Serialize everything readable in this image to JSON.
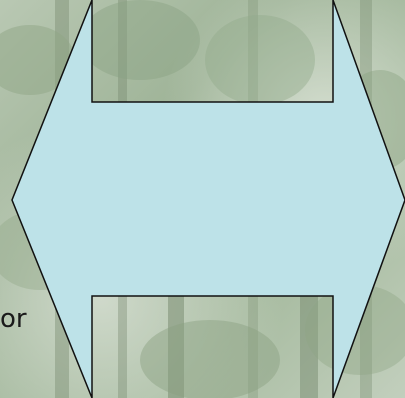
{
  "slide": {
    "left_text_fragment": "or"
  },
  "background": {
    "description_icon": "forest-photo",
    "colors": [
      "#7f9a7a",
      "#a9bca3",
      "#c7d3c2",
      "#6f8a69"
    ]
  },
  "shape": {
    "type": "left-right-double-arrow",
    "fill": "#bde2e8",
    "stroke": "#111111"
  }
}
